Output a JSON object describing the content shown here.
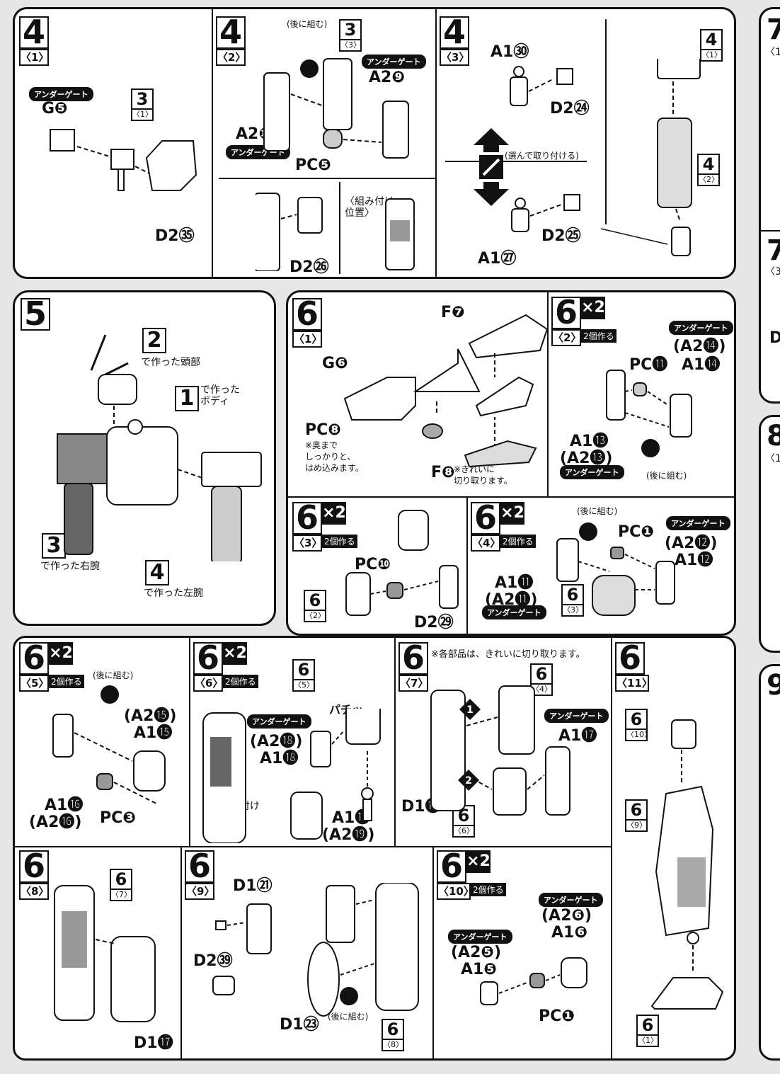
{
  "steps": {
    "s4_1": {
      "num": "4",
      "sub": "〈1〉",
      "under_gate": "アンダーゲート",
      "part_a": "G❺",
      "part_b": "D2㉟",
      "ref_num": "3",
      "ref_sub": "〈1〉"
    },
    "s4_2": {
      "num": "4",
      "sub": "〈2〉",
      "later": "(後に組む)",
      "ref_num": "3",
      "ref_sub": "〈3〉",
      "under_gate_1": "アンダーゲート",
      "part_a": "A2❾",
      "part_b": "A2❿",
      "under_gate_2": "アンダーゲート",
      "part_pc": "PC❺",
      "part_d": "D2㉖",
      "mount_pos": "〈組み付け\n位置〉"
    },
    "s4_3": {
      "num": "4",
      "sub": "〈3〉",
      "part_a": "A1㉚",
      "part_b": "D2㉔",
      "choose": "(選んで取り付ける)",
      "part_c": "D2㉕",
      "part_d": "A1㉗",
      "ref1_num": "4",
      "ref1_sub": "〈1〉",
      "ref2_num": "4",
      "ref2_sub": "〈2〉"
    },
    "s5": {
      "num": "5",
      "ref_head_num": "2",
      "ref_head_text": "で作った頭部",
      "ref_body_num": "1",
      "ref_body_text": "で作った\nボディ",
      "ref_rarm_num": "3",
      "ref_rarm_text": "で作った右腕",
      "ref_larm_num": "4",
      "ref_larm_text": "で作った左腕"
    },
    "s6_1": {
      "num": "6",
      "sub": "〈1〉",
      "part_g": "G❻",
      "part_pc": "PC❽",
      "note1": "※奥まで\nしっかりと、\nはめ込みます。",
      "part_f7": "F❼",
      "part_f8": "F❽",
      "note2": "※きれいに\n切り取ります。"
    },
    "s6_2": {
      "num": "6",
      "sub": "〈2〉",
      "x2": "×2",
      "twice": "2個作る",
      "under_gate_1": "アンダーゲート",
      "part_a": "(A2⓮)",
      "part_b": "A1⓮",
      "part_pc": "PC⓫",
      "part_c": "A1⓭",
      "part_d": "(A2⓭)",
      "under_gate_2": "アンダーゲート",
      "later": "(後に組む)"
    },
    "s6_3": {
      "num": "6",
      "sub": "〈3〉",
      "x2": "×2",
      "twice": "2個作る",
      "part_pc": "PC❿",
      "part_d": "D2㉙",
      "ref_num": "6",
      "ref_sub": "〈2〉"
    },
    "s6_4": {
      "num": "6",
      "sub": "〈4〉",
      "x2": "×2",
      "twice": "2個作る",
      "later": "(後に組む)",
      "part_pc": "PC❶",
      "under_gate_1": "アンダーゲート",
      "part_a": "(A2⓬)",
      "part_b": "A1⓬",
      "part_c": "A1⓫",
      "part_d": "(A2⓫)",
      "under_gate_2": "アンダーゲート",
      "ref_num": "6",
      "ref_sub": "〈3〉"
    },
    "s6_5": {
      "num": "6",
      "sub": "〈5〉",
      "x2": "×2",
      "twice": "2個作る",
      "later": "(後に組む)",
      "part_a": "(A2⓯)",
      "part_b": "A1⓯",
      "part_c": "A1⓰",
      "part_d": "(A2⓰)",
      "part_pc": "PC❸"
    },
    "s6_6": {
      "num": "6",
      "sub": "〈6〉",
      "x2": "×2",
      "twice": "2個作る",
      "ref_num": "6",
      "ref_sub": "〈5〉",
      "under_gate": "アンダーゲート",
      "part_a": "(A2⓲)",
      "part_b": "A1⓲",
      "click": "パチッ",
      "mount_pos": "〈組み付け\n位置〉",
      "part_c": "A1⓳",
      "part_d": "(A2⓳)"
    },
    "s6_7": {
      "num": "6",
      "sub": "〈7〉",
      "note": "※各部品は、きれいに切り取ります。",
      "ref1_num": "6",
      "ref1_sub": "〈4〉",
      "under_gate": "アンダーゲート",
      "part_a": "A1⓱",
      "order1": "1",
      "order2": "2",
      "part_b": "D1⓲",
      "ref2_num": "6",
      "ref2_sub": "〈6〉"
    },
    "s6_8": {
      "num": "6",
      "sub": "〈8〉",
      "ref_num": "6",
      "ref_sub": "〈7〉",
      "part_a": "D1⓱"
    },
    "s6_9": {
      "num": "6",
      "sub": "〈9〉",
      "part_a": "D1㉑",
      "part_b": "D2㊴",
      "part_c": "D1㉓",
      "later": "(後に組む)",
      "ref_num": "6",
      "ref_sub": "〈8〉"
    },
    "s6_10": {
      "num": "6",
      "sub": "〈10〉",
      "x2": "×2",
      "twice": "2個作る",
      "under_gate_1": "アンダーゲート",
      "part_a": "(A2❻)",
      "part_b": "A1❻",
      "under_gate_2": "アンダーゲート",
      "part_c": "(A2❺)",
      "part_d": "A1❺",
      "part_pc": "PC❶"
    },
    "s6_11": {
      "num": "6",
      "sub": "〈11〉",
      "ref1_num": "6",
      "ref1_sub": "〈10〉",
      "ref2_num": "6",
      "ref2_sub": "〈9〉",
      "ref3_num": "6",
      "ref3_sub": "〈1〉"
    }
  },
  "right_edge": {
    "a": "7",
    "a_sub": "〈1",
    "b": "7",
    "b_sub": "〈3",
    "c": "D",
    "d": "8",
    "d_sub": "〈1",
    "e": "9"
  }
}
